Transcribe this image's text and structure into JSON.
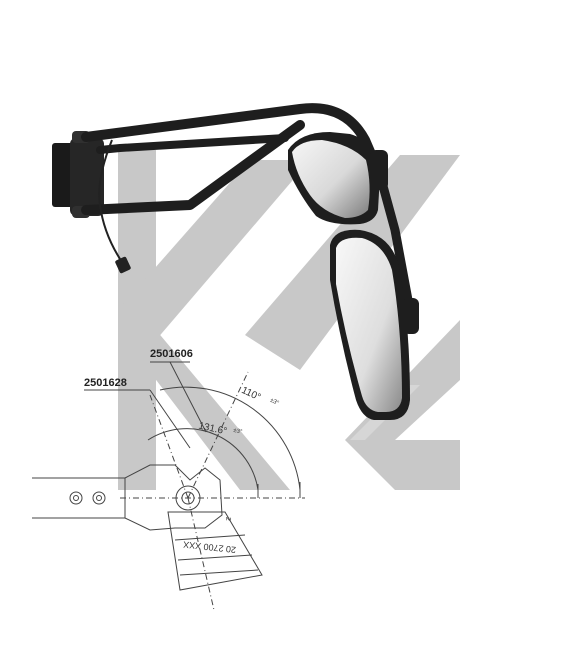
{
  "callouts": {
    "upper_part_number": "2501606",
    "lower_part_number": "2501628"
  },
  "angles": {
    "outer_value": "110°",
    "outer_tolerance": "±3°",
    "inner_value": "131.6°",
    "inner_tolerance": "±3°"
  },
  "housing_label": {
    "text": "20 2700 XXX",
    "side_mark": "2"
  },
  "colors": {
    "watermark": "#c8c8c8",
    "mirror_arm": "#1e1e1e",
    "mirror_glass_light": "#f4f4f4",
    "mirror_glass_dark": "#8a8a8a",
    "line_art": "#444444"
  },
  "icons": {
    "watermark": "k-logo-watermark"
  }
}
